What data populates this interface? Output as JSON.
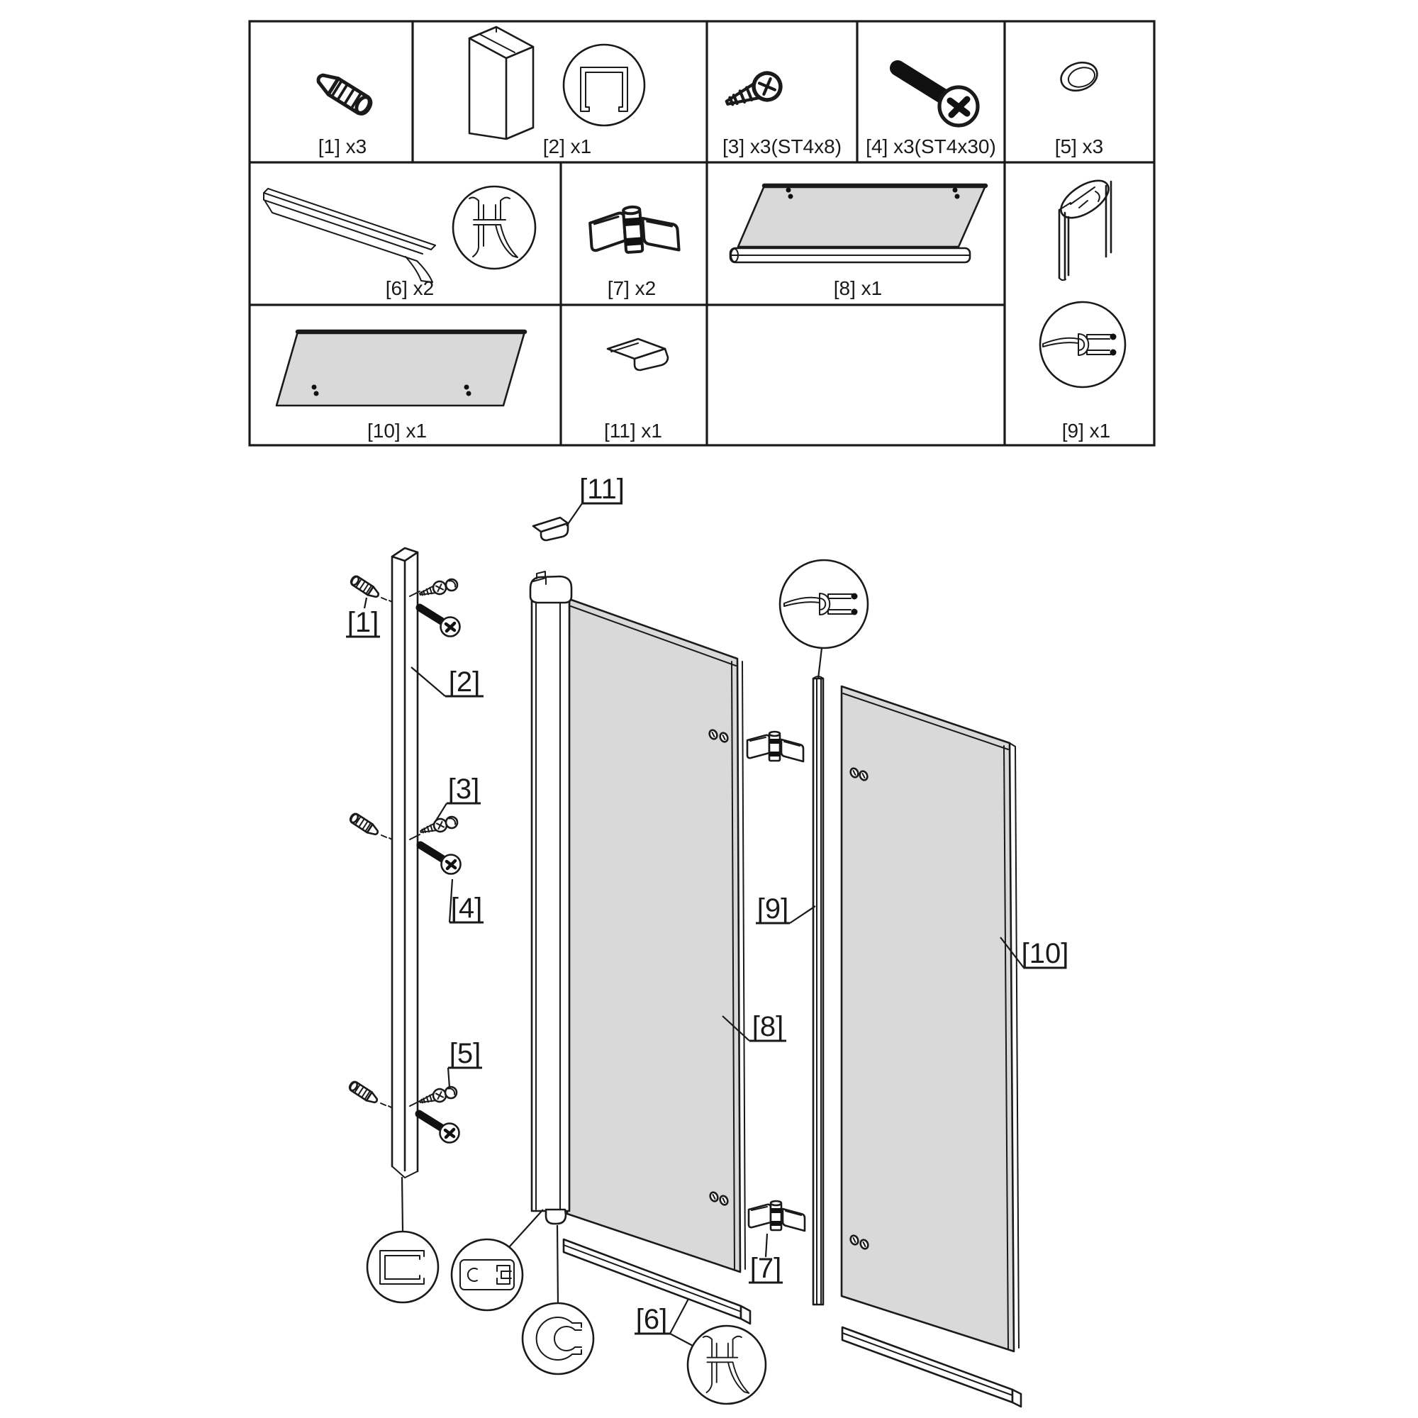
{
  "colors": {
    "line": "#1a1a1a",
    "glass_fill": "#d9d9d9",
    "screw_fill": "#111111",
    "background": "#ffffff"
  },
  "parts_table": {
    "cells": [
      {
        "part": "1",
        "label": "[1] x3"
      },
      {
        "part": "2",
        "label": "[2] x1"
      },
      {
        "part": "3",
        "label": "[3] x3(ST4x8)"
      },
      {
        "part": "4",
        "label": "[4] x3(ST4x30)"
      },
      {
        "part": "5",
        "label": "[5] x3"
      },
      {
        "part": "6",
        "label": "[6] x2"
      },
      {
        "part": "7",
        "label": "[7] x2"
      },
      {
        "part": "8",
        "label": "[8] x1"
      },
      {
        "part": "9",
        "label": "[9] x1"
      },
      {
        "part": "10",
        "label": "[10] x1"
      },
      {
        "part": "11",
        "label": "[11] x1"
      }
    ]
  },
  "assembly_callouts": {
    "c1": "[1]",
    "c2": "[2]",
    "c3": "[3]",
    "c4": "[4]",
    "c5": "[5]",
    "c6": "[6]",
    "c7": "[7]",
    "c8": "[8]",
    "c9": "[9]",
    "c10": "[10]",
    "c11": "[11]"
  }
}
